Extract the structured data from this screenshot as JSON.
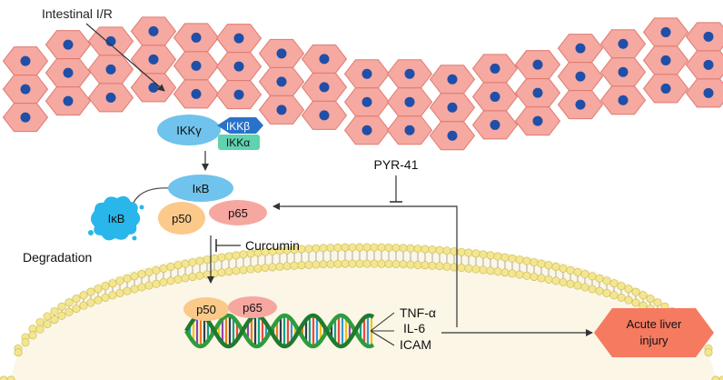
{
  "labels": {
    "intestinal_ir": "Intestinal I/R",
    "ikk_gamma": "IKKγ",
    "ikk_beta": "IKKβ",
    "ikk_alpha": "IKKα",
    "ikb_complex": "IκB",
    "ikb_degraded": "IκB",
    "p50_cytoplasm": "p50",
    "p65_cytoplasm": "p65",
    "degradation": "Degradation",
    "pyr41": "PYR-41",
    "curcumin": "Curcumin",
    "p50_nucleus": "p50",
    "p65_nucleus": "p65",
    "tnf_alpha": "TNF-α",
    "il6": "IL-6",
    "icam": "ICAM",
    "outcome_line1": "Acute liver",
    "outcome_line2": "injury"
  },
  "colors": {
    "cell_fill": "#f5a9a0",
    "cell_stroke": "#e07a70",
    "nucleus": "#1f4fa8",
    "ikk_gamma": "#6fc3ec",
    "ikk_beta": "#2a72c9",
    "ikk_alpha": "#5fd2b0",
    "ikb": "#6fc3ec",
    "ikb_degraded": "#29b6ea",
    "p50": "#fbc98a",
    "p65": "#f6a7a0",
    "membrane_head": "#f3e68e",
    "membrane_tail": "#a9a9a9",
    "nucleus_bg": "#fbf6e6",
    "dna_backbone": "#2e9c3c",
    "outcome": "#f57a60"
  }
}
